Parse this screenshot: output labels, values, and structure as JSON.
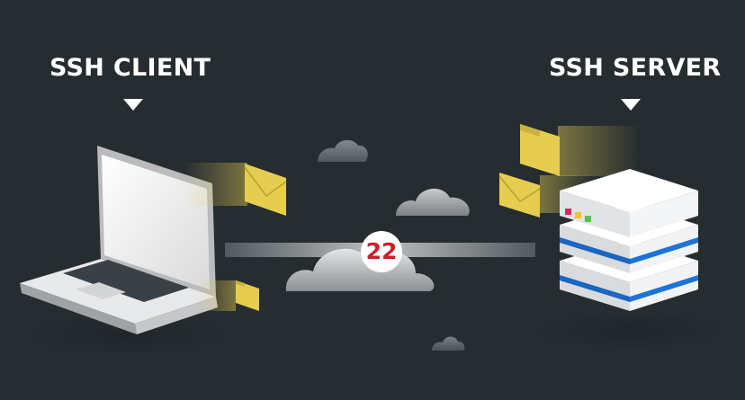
{
  "labels": {
    "client": "SSH CLIENT",
    "server": "SSH SERVER"
  },
  "tunnel": {
    "port": "22"
  },
  "colors": {
    "background": "#262d31",
    "envelope": "#e6cd4f",
    "port_text": "#c8202b",
    "server_stripe": "#1d74d8",
    "led_red": "#e0245e",
    "led_yellow": "#f2c230",
    "led_green": "#57c24a"
  },
  "icons": [
    "laptop-icon",
    "server-stack-icon",
    "envelope-icon",
    "folder-icon",
    "cloud-icon",
    "arrow-down-icon"
  ]
}
